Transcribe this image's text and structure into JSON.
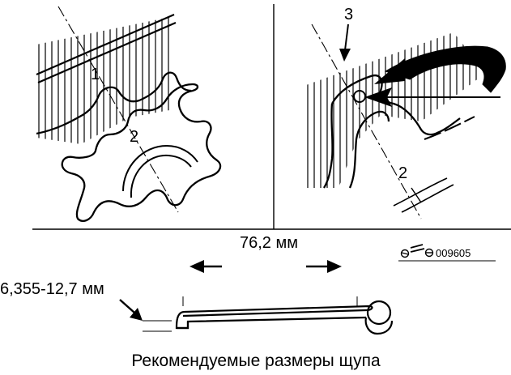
{
  "diagram": {
    "callouts": {
      "one": "1",
      "two_left": "2",
      "three": "3",
      "two_right": "2"
    },
    "dimensions": {
      "length": "76,2 мм",
      "height": "6,355-12,7 мм"
    },
    "figure_code": "009605",
    "caption": "Рекомендуемые размеры щупа",
    "colors": {
      "ink": "#000000",
      "paper": "#ffffff"
    },
    "icons": {
      "brand_mark": "publisher-logo-icon"
    }
  }
}
